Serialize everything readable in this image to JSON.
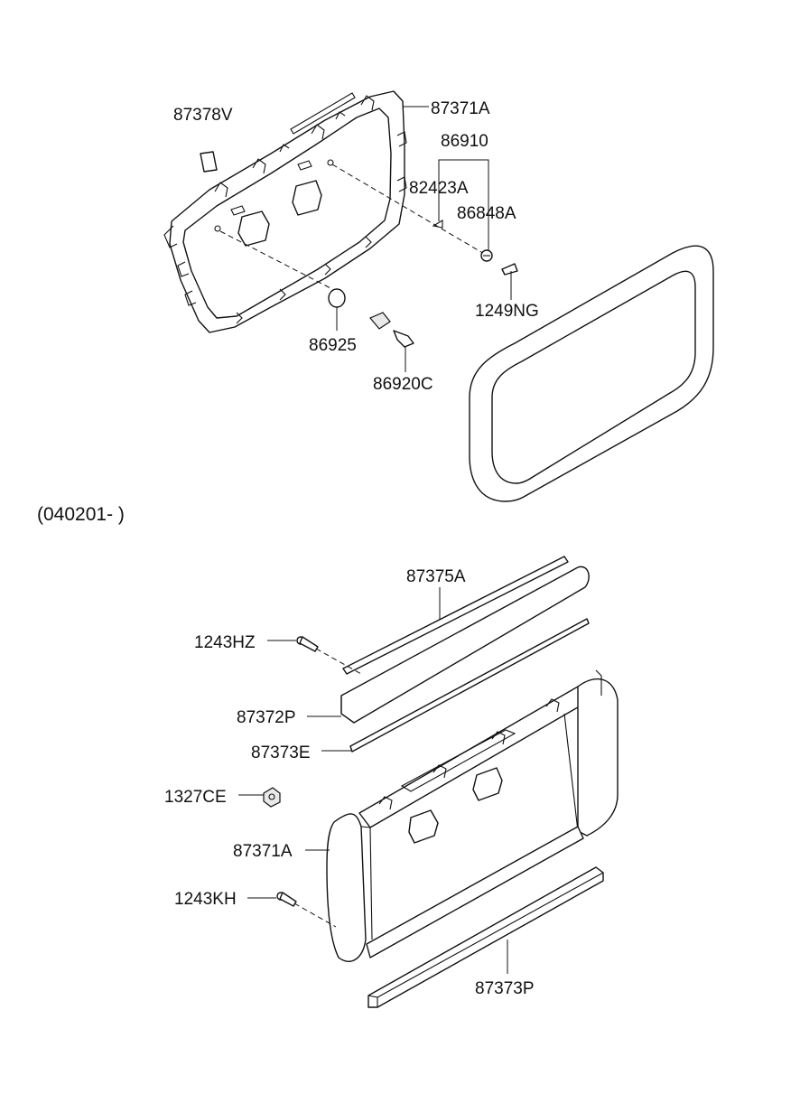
{
  "section_label": "(040201- )",
  "callouts": {
    "p87378V": "87378V",
    "p87371A_top": "87371A",
    "p86910": "86910",
    "p82423A": "82423A",
    "p86848A": "86848A",
    "p1249NG": "1249NG",
    "p86925": "86925",
    "p86920C": "86920C",
    "p87375A": "87375A",
    "p1243HZ": "1243HZ",
    "p87372P": "87372P",
    "p87373E": "87373E",
    "p1327CE": "1327CE",
    "p87371A_bottom": "87371A",
    "p1243KH": "1243KH",
    "p87373P": "87373P"
  }
}
